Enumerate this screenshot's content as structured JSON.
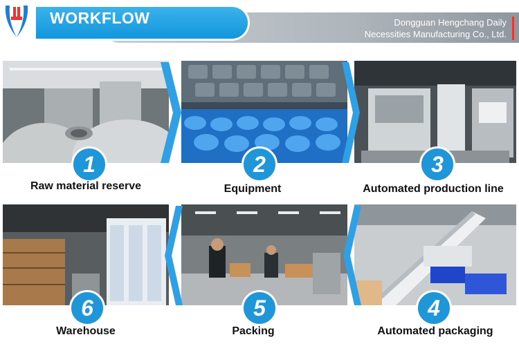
{
  "header": {
    "title": "WORKFLOW",
    "company_line1": "Dongguan Hengchang Daily",
    "company_line2": "Necessities Manufacturing Co., Ltd.",
    "accent_color": "#1296dd"
  },
  "steps": [
    {
      "number": "1",
      "label": "Raw material reserve"
    },
    {
      "number": "2",
      "label": "Equipment"
    },
    {
      "number": "3",
      "label": "Automated production line"
    },
    {
      "number": "4",
      "label": "Automated packaging"
    },
    {
      "number": "5",
      "label": "Packing"
    },
    {
      "number": "6",
      "label": "Warehouse"
    }
  ],
  "icons": [
    "logo-icon",
    "chevron-right-icon",
    "chevron-left-icon"
  ]
}
